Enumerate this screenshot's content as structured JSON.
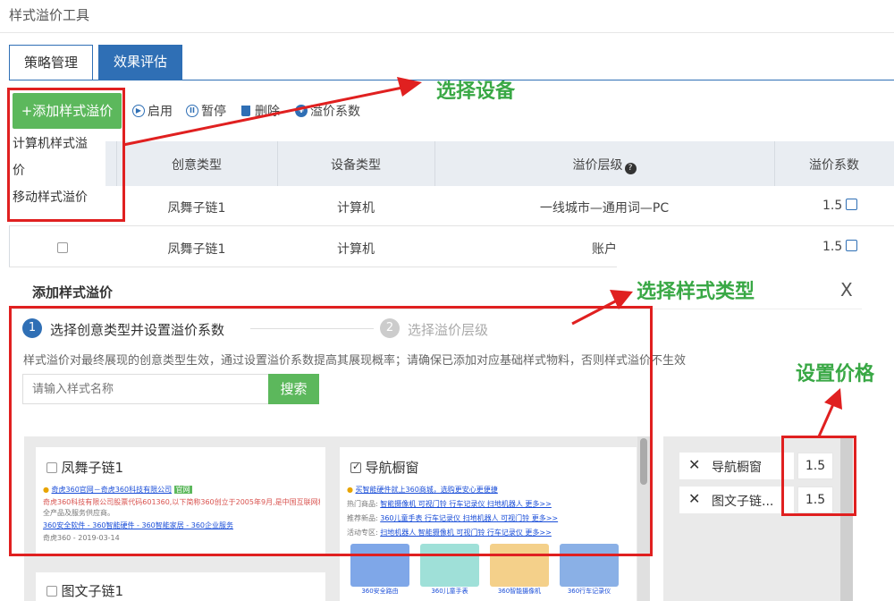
{
  "app": {
    "title": "样式溢价工具"
  },
  "tabs": [
    {
      "label": "策略管理"
    },
    {
      "label": "效果评估"
    }
  ],
  "toolbar": {
    "add_label": "+添加样式溢价",
    "enable_label": "启用",
    "pause_label": "暂停",
    "delete_label": "删除",
    "coef_label": "溢价系数"
  },
  "dropdown": {
    "items": [
      {
        "label": "计算机样式溢"
      },
      {
        "label": "价"
      },
      {
        "label": "移动样式溢价"
      }
    ]
  },
  "table": {
    "headers": [
      "创意类型",
      "设备类型",
      "溢价层级",
      "溢价系数"
    ],
    "rows": [
      {
        "creative": "凤舞子链1",
        "device": "计算机",
        "level": "一线城市—通用词—PC",
        "coef": "1.5"
      },
      {
        "creative": "凤舞子链1",
        "device": "计算机",
        "level": "账户",
        "coef": "1.5"
      }
    ]
  },
  "modal": {
    "title": "添加样式溢价",
    "close": "X",
    "step1_num": "1",
    "step1_label": "选择创意类型并设置溢价系数",
    "step2_num": "2",
    "step2_label": "选择溢价层级",
    "hint": "样式溢价对最终展现的创意类型生效，通过设置溢价系数提高其展现概率；请确保已添加对应基础样式物料，否则样式溢价不生效",
    "search_placeholder": "请输入样式名称",
    "search_button": "搜索"
  },
  "cards": [
    {
      "name": "凤舞子链1",
      "snippet_title": "奇虎360官网－奇虎360科技有限公司",
      "snippet_badge": "官网",
      "snippet_line1": "奇虎360科技有限公司股票代码601360,以下简称360创立于2005年9月,是中国互联网和手机安",
      "snippet_line2": "全产品及服务供应商。",
      "snippet_links": "360安全软件 - 360智能硬件 - 360智能家居 - 360企业服务",
      "snippet_footer": "奇虎360 - 2019-03-14"
    },
    {
      "name": "导航橱窗",
      "snippet_title": "买智能硬件就上360商城，选购更安心更便捷",
      "row1_label": "热门商品:",
      "row1_items": "智能摄像机    可视门铃    行车记录仪    扫地机器人    更多>>",
      "row2_label": "推荐新品:",
      "row2_items": "360儿童手表    行车记录仪    扫地机器人    可视门铃    更多>>",
      "row3_label": "活动专区:",
      "row3_items": "扫地机器人    智能摄像机    可视门铃    行车记录仪    更多>>",
      "tiles": [
        "360安全路由",
        "360儿童手表",
        "360智能摄像机",
        "360行车记录仪"
      ]
    },
    {
      "name": "图文子链1"
    }
  ],
  "selected": [
    {
      "name": "导航橱窗",
      "price": "1.5"
    },
    {
      "name": "图文子链...",
      "price": "1.5"
    }
  ],
  "annotations": {
    "device": "选择设备",
    "style": "选择样式类型",
    "price": "设置价格"
  },
  "colors": {
    "accent": "#2f6fb5",
    "green": "#5cb85c",
    "annotation_red": "#e02020",
    "annotation_green": "#39a845"
  }
}
